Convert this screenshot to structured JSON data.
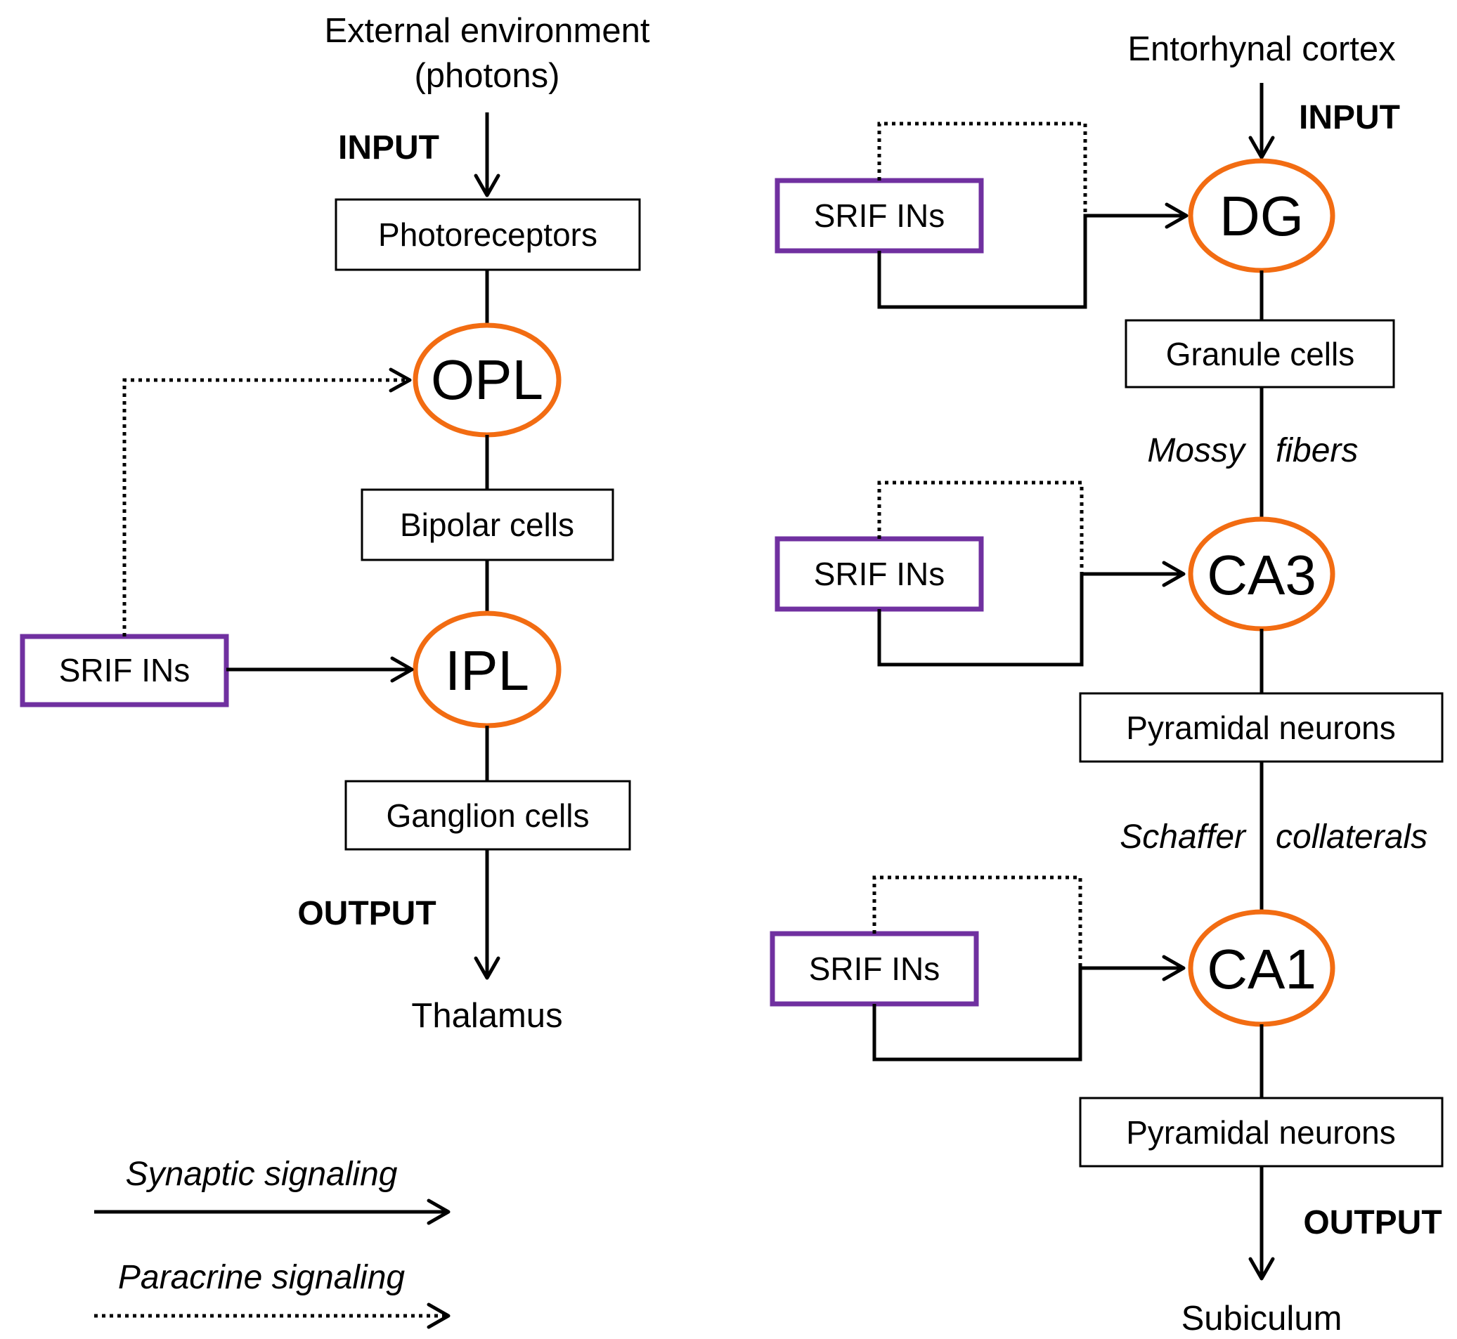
{
  "retina": {
    "source": "External environment",
    "source_note": "(photons)",
    "input_label": "INPUT",
    "photoreceptors": "Photoreceptors",
    "opl": "OPL",
    "bipolar": "Bipolar cells",
    "ipl": "IPL",
    "ganglion": "Ganglion cells",
    "output_label": "OUTPUT",
    "target": "Thalamus",
    "srif": "SRIF INs"
  },
  "hippocampus": {
    "source": "Entorhynal cortex",
    "input_label": "INPUT",
    "dg": "DG",
    "granule": "Granule cells",
    "mossy_left": "Mossy",
    "mossy_right": "fibers",
    "ca3": "CA3",
    "pyramidal_ca3": "Pyramidal neurons",
    "schaffer_left": "Schaffer",
    "schaffer_right": "collaterals",
    "ca1": "CA1",
    "pyramidal_ca1": "Pyramidal neurons",
    "output_label": "OUTPUT",
    "target": "Subiculum",
    "srif_dg": "SRIF INs",
    "srif_ca3": "SRIF INs",
    "srif_ca1": "SRIF INs"
  },
  "legend": {
    "synaptic": "Synaptic signaling",
    "paracrine": "Paracrine signaling"
  },
  "colors": {
    "interneuron_border": "#7030a0",
    "layer_border": "#f26c12",
    "line": "#000000"
  }
}
